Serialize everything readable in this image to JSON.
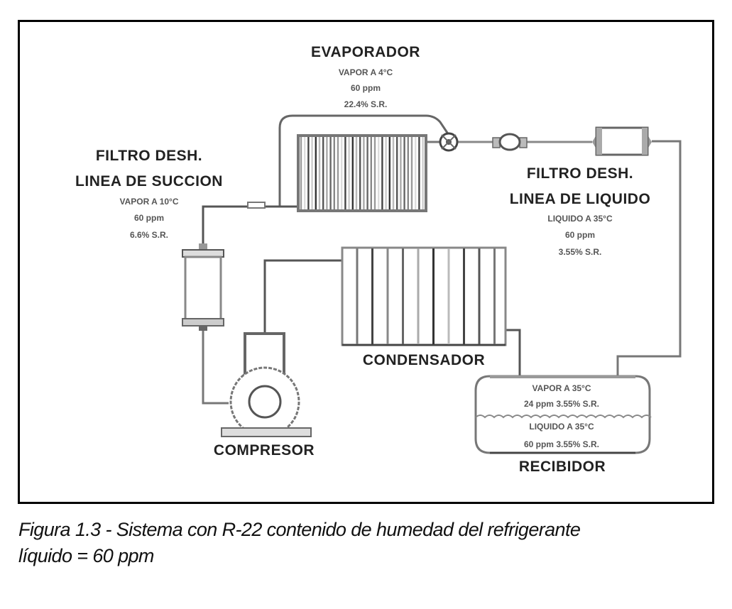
{
  "figure": {
    "caption_line1": "Figura 1.3 - Sistema con R-22 contenido de humedad del refrigerante",
    "caption_line2": "líquido = 60 ppm"
  },
  "components": {
    "evaporador": {
      "title": "EVAPORADOR",
      "lines": [
        "VAPOR A 4°C",
        "60 ppm",
        "22.4% S.R."
      ]
    },
    "filtro_succion": {
      "title_line1": "FILTRO DESH.",
      "title_line2": "LINEA DE SUCCION",
      "lines": [
        "VAPOR A 10°C",
        "60 ppm",
        "6.6% S.R."
      ]
    },
    "filtro_liquido": {
      "title_line1": "FILTRO DESH.",
      "title_line2": "LINEA DE LIQUIDO",
      "lines": [
        "LIQUIDO A 35°C",
        "60 ppm",
        "3.55% S.R."
      ]
    },
    "condensador": {
      "title": "CONDENSADOR"
    },
    "compresor": {
      "title": "COMPRESOR"
    },
    "recibidor": {
      "title": "RECIBIDOR",
      "vapor_line1": "VAPOR A 35°C",
      "vapor_line2": "24 ppm  3.55% S.R.",
      "liquido_line1": "LIQUIDO A 35°C",
      "liquido_line2": "60 ppm  3.55% S.R."
    }
  },
  "colors": {
    "pipe": "#555555",
    "outline": "#666666",
    "frame": "#000000"
  }
}
